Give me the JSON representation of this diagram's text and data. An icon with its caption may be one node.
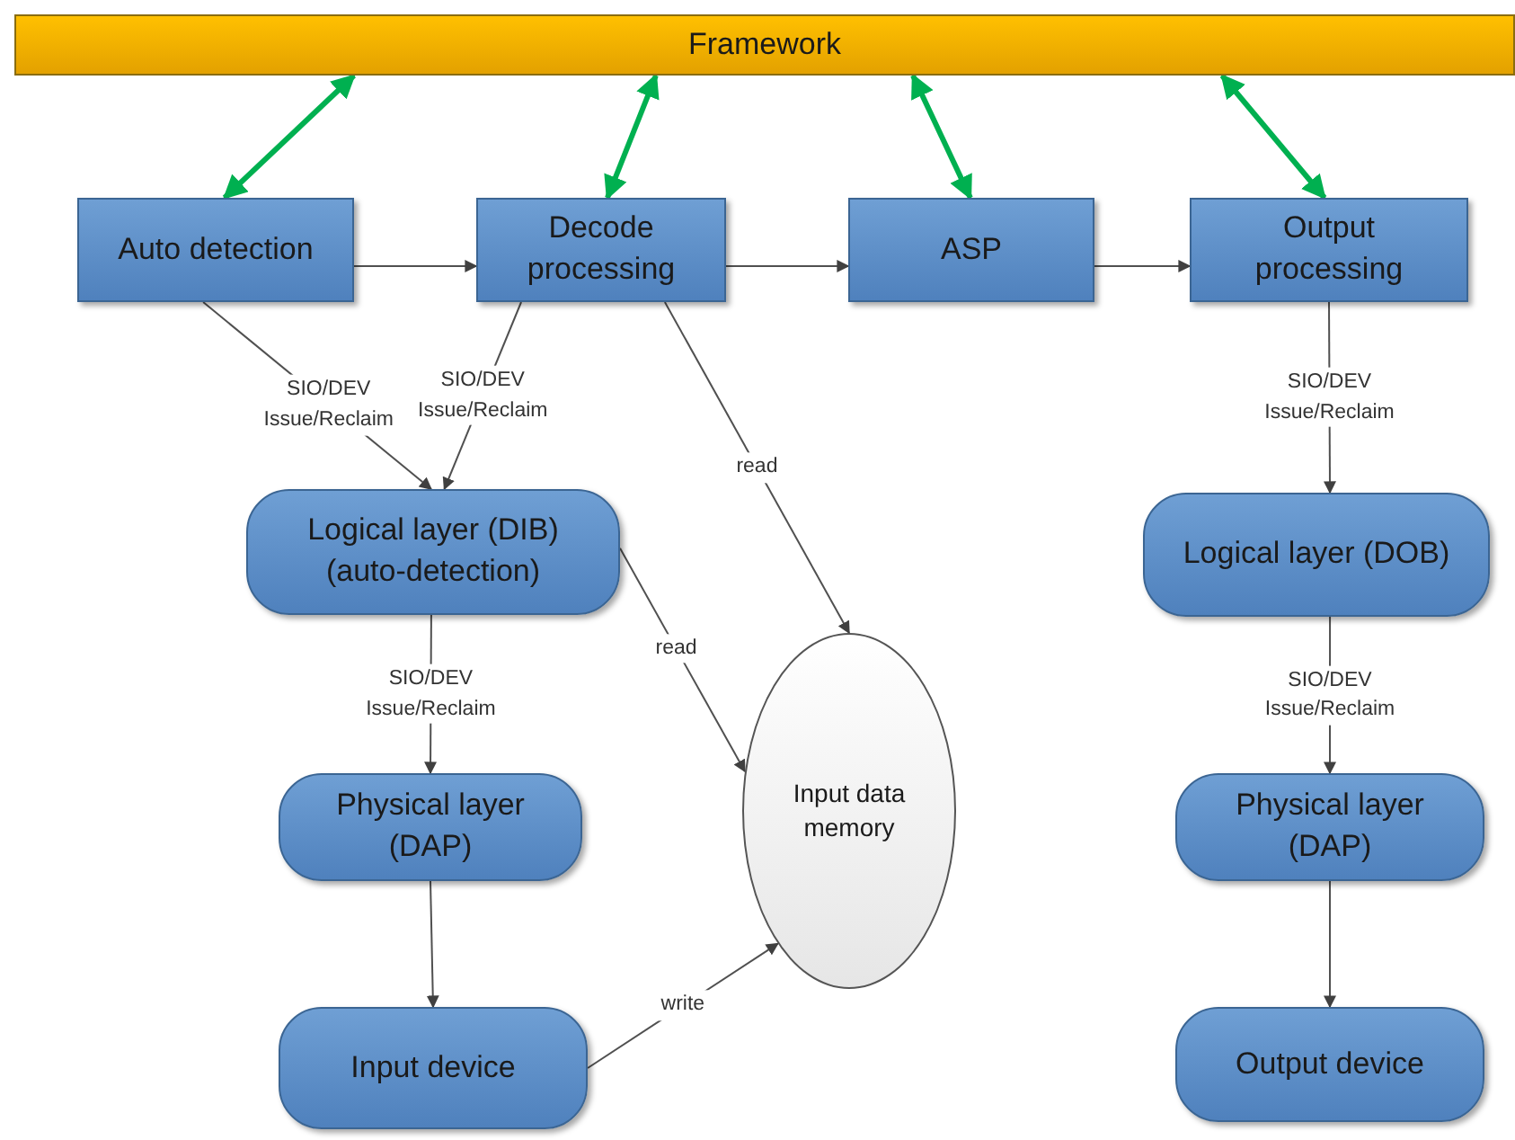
{
  "diagram": {
    "nodes": [
      {
        "text": [
          "Framework"
        ]
      },
      {
        "text": [
          "Auto detection"
        ]
      },
      {
        "text": [
          "Decode processing"
        ]
      },
      {
        "text": [
          "ASP"
        ]
      },
      {
        "text": [
          "Output processing"
        ]
      },
      {
        "text": [
          "Logical layer (DIB) (auto-detection)"
        ]
      },
      {
        "text": [
          "Physical layer (DAP)"
        ]
      },
      {
        "text": [
          "Input device"
        ]
      },
      {
        "text": [
          "Input data memory"
        ]
      },
      {
        "text": [
          "Logical layer (DOB)"
        ]
      },
      {
        "text": [
          "Physical layer (DAP)"
        ]
      },
      {
        "text": [
          "Output device"
        ]
      }
    ],
    "edges": [
      {
        "from": 0,
        "to": 1,
        "arrow": "both",
        "style": "thick",
        "color": "#00b050"
      },
      {
        "from": 0,
        "to": 2,
        "arrow": "both",
        "style": "thick",
        "color": "#00b050"
      },
      {
        "from": 0,
        "to": 3,
        "arrow": "both",
        "style": "thick",
        "color": "#00b050"
      },
      {
        "from": 0,
        "to": 4,
        "arrow": "both",
        "style": "thick",
        "color": "#00b050"
      },
      {
        "from": 1,
        "to": 2,
        "arrow": "to"
      },
      {
        "from": 2,
        "to": 3,
        "arrow": "to"
      },
      {
        "from": 3,
        "to": 4,
        "arrow": "to"
      },
      {
        "from": 1,
        "to": 5,
        "arrow": "to",
        "label": "SIO/DEV Issue/Reclaim"
      },
      {
        "from": 2,
        "to": 5,
        "arrow": "to",
        "label": "SIO/DEV Issue/Reclaim"
      },
      {
        "from": 2,
        "to": 8,
        "arrow": "to",
        "label": "read"
      },
      {
        "from": 5,
        "to": 8,
        "arrow": "to",
        "label": "read"
      },
      {
        "from": 5,
        "to": 6,
        "arrow": "to",
        "label": "SIO/DEV Issue/Reclaim"
      },
      {
        "from": 6,
        "to": 7,
        "arrow": "to"
      },
      {
        "from": 7,
        "to": 8,
        "arrow": "to",
        "label": "write"
      },
      {
        "from": 4,
        "to": 9,
        "arrow": "to",
        "label": "SIO/DEV Issue/Reclaim"
      },
      {
        "from": 9,
        "to": 10,
        "arrow": "to",
        "label": "SIO/DEV Issue/Reclaim"
      },
      {
        "from": 10,
        "to": 11,
        "arrow": "to"
      }
    ]
  }
}
